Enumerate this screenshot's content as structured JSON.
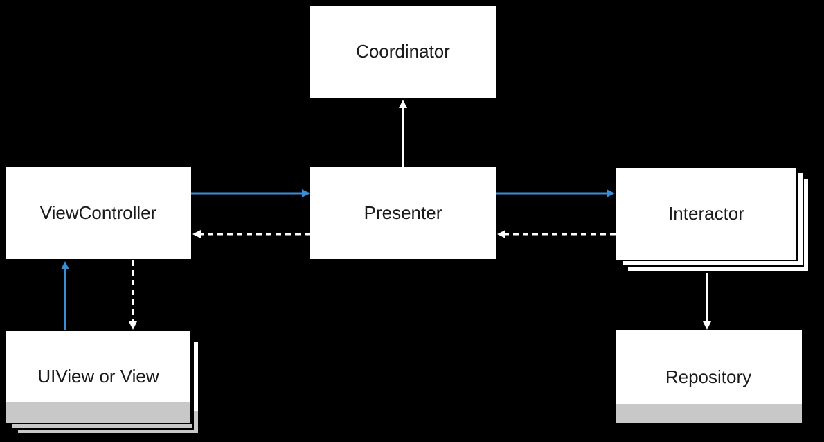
{
  "nodes": {
    "coordinator": "Coordinator",
    "viewcontroller": "ViewController",
    "presenter": "Presenter",
    "interactor": "Interactor",
    "uiview": "UIView or View",
    "repository": "Repository"
  },
  "colors": {
    "background": "#000000",
    "box_fill": "#ffffff",
    "box_shadow": "#c8c8c8",
    "solid_arrow": "#3a8ed8",
    "dashed_arrow": "#ffffff",
    "label_text": "#1a1a1a"
  }
}
